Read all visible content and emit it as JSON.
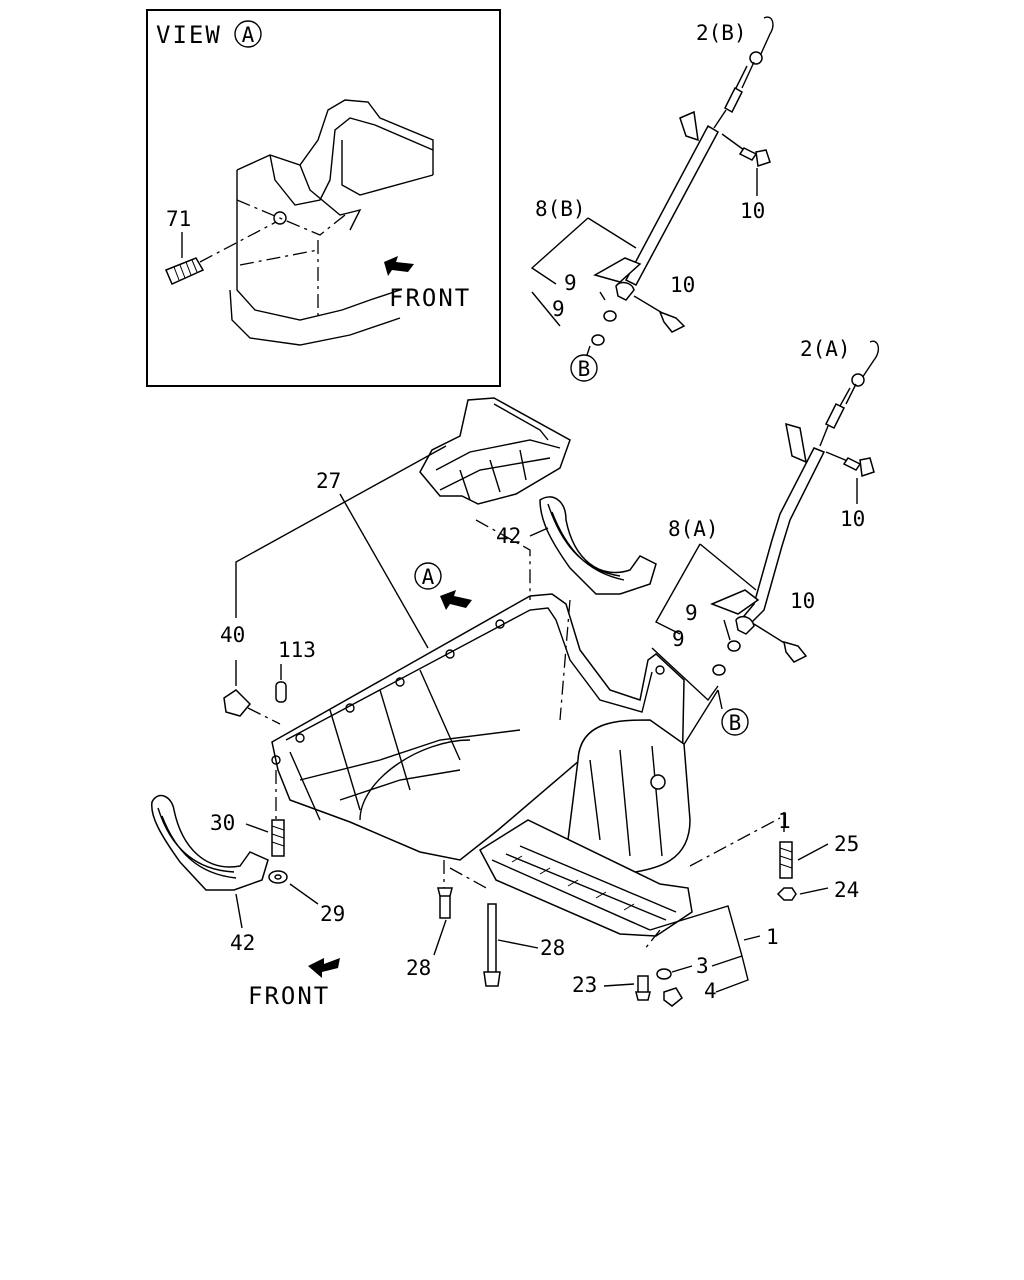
{
  "view_box": {
    "title": "VIEW",
    "circle_letter": "A",
    "part_label": "71",
    "front_label": "FRONT"
  },
  "labels": {
    "dipstick_b": "2(B)",
    "tube_b": "8(B)",
    "bolt_10_b_upper": "10",
    "bolt_10_b_lower": "10",
    "ring_9_b_upper": "9",
    "ring_9_b_lower": "9",
    "ref_b_top": "B",
    "dipstick_a": "2(A)",
    "bolt_10_a_upper": "10",
    "tube_a": "8(A)",
    "bolt_10_a_lower": "10",
    "ring_9_a_upper": "9",
    "ring_9_a_lower": "9",
    "ref_b_main": "B",
    "view_arrow_letter": "A",
    "gasket": "27",
    "bearing_cap_upper": "42",
    "plug": "40",
    "dowel": "113",
    "stud_30": "30",
    "washer_29": "29",
    "bearing_cap_lower": "42",
    "bolt_28_left": "28",
    "bolt_28_right": "28",
    "front_main": "FRONT",
    "oil_pan": "1",
    "stud_25": "25",
    "nut_24": "24",
    "oil_pan_ref": "1",
    "gasket_3": "3",
    "plug_4": "4",
    "bolt_23": "23"
  }
}
